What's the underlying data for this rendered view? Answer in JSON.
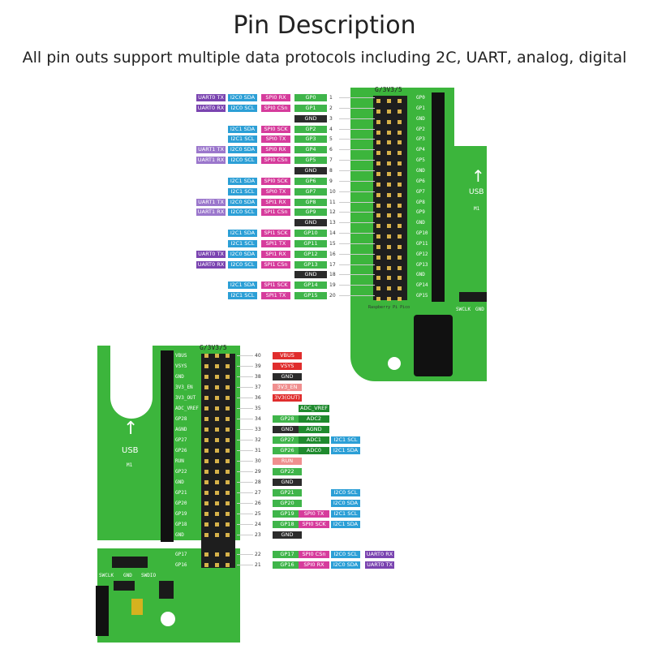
{
  "header": {
    "title": "Pin Description",
    "subtitle": "All pin outs support multiple data protocols including 2C, UART, analog, digital"
  },
  "colors": {
    "uart": "#7a44b0",
    "uart_light": "#9b77cc",
    "i2c": "#2c9fd6",
    "spi": "#d63c9c",
    "gp": "#3fb54a",
    "gnd": "#2b2b2b",
    "power": "#e02d2d",
    "power_light": "#f08f8f",
    "adc": "#1f8a2e",
    "board": "#3cb53c"
  },
  "top_board": {
    "header_label": "G/3V3/5",
    "silk_labels": [
      "GP0",
      "GP1",
      "GND",
      "GP2",
      "GP3",
      "GP4",
      "GP5",
      "GND",
      "GP6",
      "GP7",
      "GP8",
      "GP9",
      "GND",
      "GP10",
      "GP11",
      "GP12",
      "GP13",
      "GND",
      "GP14",
      "GP15"
    ],
    "usb_label": "USB",
    "m_label": "M1",
    "swclk_label": "SWCLK",
    "gnd_label": "GND",
    "board_text": "Raspberry Pi Pico",
    "pins": [
      {
        "num": "1",
        "tags": [
          [
            "UART0 TX",
            "uart"
          ],
          [
            "I2C0 SDA",
            "i2c"
          ],
          [
            "SPI0 RX",
            "spi"
          ],
          [
            "GP0",
            "gp"
          ]
        ]
      },
      {
        "num": "2",
        "tags": [
          [
            "UART0 RX",
            "uart"
          ],
          [
            "I2C0 SCL",
            "i2c"
          ],
          [
            "SPI0 CSn",
            "spi"
          ],
          [
            "GP1",
            "gp"
          ]
        ]
      },
      {
        "num": "3",
        "tags": [
          [
            "GND",
            "gnd"
          ]
        ]
      },
      {
        "num": "4",
        "tags": [
          [
            "I2C1 SDA",
            "i2c"
          ],
          [
            "SPI0 SCK",
            "spi"
          ],
          [
            "GP2",
            "gp"
          ]
        ]
      },
      {
        "num": "5",
        "tags": [
          [
            "I2C1 SCL",
            "i2c"
          ],
          [
            "SPI0 TX",
            "spi"
          ],
          [
            "GP3",
            "gp"
          ]
        ]
      },
      {
        "num": "6",
        "tags": [
          [
            "UART1 TX",
            "uart_light"
          ],
          [
            "I2C0 SDA",
            "i2c"
          ],
          [
            "SPI0 RX",
            "spi"
          ],
          [
            "GP4",
            "gp"
          ]
        ]
      },
      {
        "num": "7",
        "tags": [
          [
            "UART1 RX",
            "uart_light"
          ],
          [
            "I2C0 SCL",
            "i2c"
          ],
          [
            "SPI0 CSn",
            "spi"
          ],
          [
            "GP5",
            "gp"
          ]
        ]
      },
      {
        "num": "8",
        "tags": [
          [
            "GND",
            "gnd"
          ]
        ]
      },
      {
        "num": "9",
        "tags": [
          [
            "I2C1 SDA",
            "i2c"
          ],
          [
            "SPI0 SCK",
            "spi"
          ],
          [
            "GP6",
            "gp"
          ]
        ]
      },
      {
        "num": "10",
        "tags": [
          [
            "I2C1 SCL",
            "i2c"
          ],
          [
            "SPI0 TX",
            "spi"
          ],
          [
            "GP7",
            "gp"
          ]
        ]
      },
      {
        "num": "11",
        "tags": [
          [
            "UART1 TX",
            "uart_light"
          ],
          [
            "I2C0 SDA",
            "i2c"
          ],
          [
            "SPI1 RX",
            "spi"
          ],
          [
            "GP8",
            "gp"
          ]
        ]
      },
      {
        "num": "12",
        "tags": [
          [
            "UART1 RX",
            "uart_light"
          ],
          [
            "I2C0 SCL",
            "i2c"
          ],
          [
            "SPI1 CSn",
            "spi"
          ],
          [
            "GP9",
            "gp"
          ]
        ]
      },
      {
        "num": "13",
        "tags": [
          [
            "GND",
            "gnd"
          ]
        ]
      },
      {
        "num": "14",
        "tags": [
          [
            "I2C1 SDA",
            "i2c"
          ],
          [
            "SPI1 SCK",
            "spi"
          ],
          [
            "GP10",
            "gp"
          ]
        ]
      },
      {
        "num": "15",
        "tags": [
          [
            "I2C1 SCL",
            "i2c"
          ],
          [
            "SPI1 TX",
            "spi"
          ],
          [
            "GP11",
            "gp"
          ]
        ]
      },
      {
        "num": "16",
        "tags": [
          [
            "UART0 TX",
            "uart"
          ],
          [
            "I2C0 SDA",
            "i2c"
          ],
          [
            "SPI1 RX",
            "spi"
          ],
          [
            "GP12",
            "gp"
          ]
        ]
      },
      {
        "num": "17",
        "tags": [
          [
            "UART0 RX",
            "uart"
          ],
          [
            "I2C0 SCL",
            "i2c"
          ],
          [
            "SPI1 CSn",
            "spi"
          ],
          [
            "GP13",
            "gp"
          ]
        ]
      },
      {
        "num": "18",
        "tags": [
          [
            "GND",
            "gnd"
          ]
        ]
      },
      {
        "num": "19",
        "tags": [
          [
            "I2C1 SDA",
            "i2c"
          ],
          [
            "SPI1 SCK",
            "spi"
          ],
          [
            "GP14",
            "gp"
          ]
        ]
      },
      {
        "num": "20",
        "tags": [
          [
            "I2C1 SCL",
            "i2c"
          ],
          [
            "SPI1 TX",
            "spi"
          ],
          [
            "GP15",
            "gp"
          ]
        ]
      }
    ]
  },
  "bottom_board": {
    "header_label": "G/3V3/5",
    "silk_labels": [
      "VBUS",
      "VSYS",
      "GND",
      "3V3_EN",
      "3V3_OUT",
      "ADC_VREF",
      "GP28",
      "AGND",
      "GP27",
      "GP26",
      "RUN",
      "GP22",
      "GND",
      "GP21",
      "GP20",
      "GP19",
      "GP18",
      "GND",
      "GP17",
      "GP16"
    ],
    "usb_label": "USB",
    "m_label": "M1",
    "swclk_label": "SWCLK",
    "gnd_label": "GND",
    "swdio_label": "SWDIO",
    "pins": [
      {
        "num": "40",
        "tags": [
          [
            "VBUS",
            "power"
          ]
        ]
      },
      {
        "num": "39",
        "tags": [
          [
            "VSYS",
            "power"
          ]
        ]
      },
      {
        "num": "38",
        "tags": [
          [
            "GND",
            "gnd"
          ]
        ]
      },
      {
        "num": "37",
        "tags": [
          [
            "3V3_EN",
            "power_light"
          ]
        ]
      },
      {
        "num": "36",
        "tags": [
          [
            "3V3(OUT)",
            "power"
          ]
        ]
      },
      {
        "num": "35",
        "tags": [
          [
            "",
            "none"
          ],
          [
            "ADC_VREF",
            "adc"
          ]
        ]
      },
      {
        "num": "34",
        "tags": [
          [
            "GP28",
            "gp"
          ],
          [
            "ADC2",
            "adc"
          ]
        ]
      },
      {
        "num": "33",
        "tags": [
          [
            "GND",
            "gnd"
          ],
          [
            "AGND",
            "adc"
          ]
        ]
      },
      {
        "num": "32",
        "tags": [
          [
            "GP27",
            "gp"
          ],
          [
            "ADC1",
            "adc"
          ],
          [
            "I2C1 SCL",
            "i2c"
          ]
        ]
      },
      {
        "num": "31",
        "tags": [
          [
            "GP26",
            "gp"
          ],
          [
            "ADC0",
            "adc"
          ],
          [
            "I2C1 SDA",
            "i2c"
          ]
        ]
      },
      {
        "num": "30",
        "tags": [
          [
            "RUN",
            "power_light"
          ]
        ]
      },
      {
        "num": "29",
        "tags": [
          [
            "GP22",
            "gp"
          ]
        ]
      },
      {
        "num": "28",
        "tags": [
          [
            "GND",
            "gnd"
          ]
        ]
      },
      {
        "num": "27",
        "tags": [
          [
            "GP21",
            "gp"
          ],
          [
            "",
            "none"
          ],
          [
            "I2C0 SCL",
            "i2c"
          ]
        ]
      },
      {
        "num": "26",
        "tags": [
          [
            "GP20",
            "gp"
          ],
          [
            "",
            "none"
          ],
          [
            "I2C0 SDA",
            "i2c"
          ]
        ]
      },
      {
        "num": "25",
        "tags": [
          [
            "GP19",
            "gp"
          ],
          [
            "SPI0 TX",
            "spi"
          ],
          [
            "I2C1 SCL",
            "i2c"
          ]
        ]
      },
      {
        "num": "24",
        "tags": [
          [
            "GP18",
            "gp"
          ],
          [
            "SPI0 SCK",
            "spi"
          ],
          [
            "I2C1 SDA",
            "i2c"
          ]
        ]
      },
      {
        "num": "23",
        "tags": [
          [
            "GND",
            "gnd"
          ]
        ]
      },
      {
        "num": "22",
        "tags": [
          [
            "GP17",
            "gp"
          ],
          [
            "SPI0 CSn",
            "spi"
          ],
          [
            "I2C0 SCL",
            "i2c"
          ],
          [
            "UART0 RX",
            "uart"
          ]
        ]
      },
      {
        "num": "21",
        "tags": [
          [
            "GP16",
            "gp"
          ],
          [
            "SPI0 RX",
            "spi"
          ],
          [
            "I2C0 SDA",
            "i2c"
          ],
          [
            "UART0 TX",
            "uart"
          ]
        ]
      }
    ]
  }
}
